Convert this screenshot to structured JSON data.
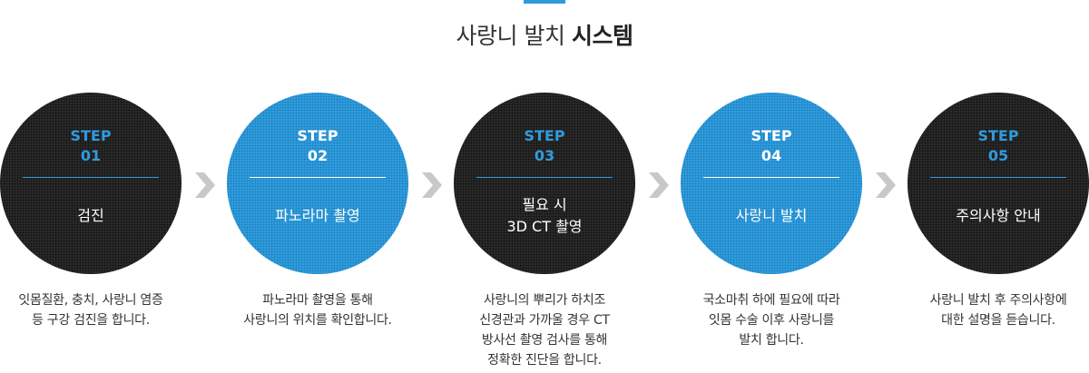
{
  "header": {
    "title_regular": "사랑니 발치",
    "title_bold": "시스템"
  },
  "colors": {
    "accent_blue": "#2f9bde",
    "dark_circle": "#2b2b2b",
    "arrow_gray": "#c8c8c8"
  },
  "steps": [
    {
      "label_line1": "STEP",
      "label_line2": "01",
      "name": "검진",
      "style": "dark",
      "description": "잇몸질환, 충치, 사랑니 염증\n등 구강 검진을 합니다."
    },
    {
      "label_line1": "STEP",
      "label_line2": "02",
      "name": "파노라마 촬영",
      "style": "blue",
      "description": "파노라마 촬영을 통해\n사랑니의 위치를 확인합니다."
    },
    {
      "label_line1": "STEP",
      "label_line2": "03",
      "name": "필요 시\n3D CT 촬영",
      "style": "dark",
      "description": "사랑니의 뿌리가 하치조\n신경관과 가까울 경우 CT\n방사선 촬영 검사를 통해\n정확한 진단을 합니다."
    },
    {
      "label_line1": "STEP",
      "label_line2": "04",
      "name": "사랑니 발치",
      "style": "blue",
      "description": "국소마취 하에 필요에 따라\n잇몸 수술 이후 사랑니를\n발치 합니다."
    },
    {
      "label_line1": "STEP",
      "label_line2": "05",
      "name": "주의사항 안내",
      "style": "dark",
      "description": "사랑니 발치 후 주의사항에\n대한 설명을 듣습니다."
    }
  ],
  "icons": {
    "arrow": "chevron-right-icon"
  }
}
